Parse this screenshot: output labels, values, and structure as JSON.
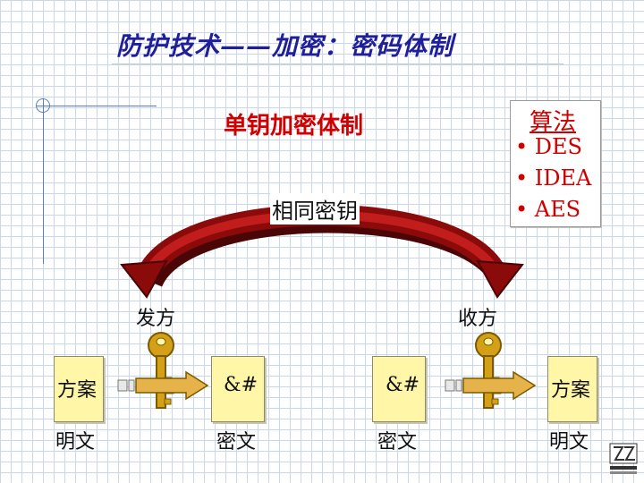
{
  "slide": {
    "title": "防护技术——加密：密码体制",
    "subtitle": "单钥加密体制",
    "key_label": "相同密钥",
    "sender": "发方",
    "receiver": "收方"
  },
  "algorithms": {
    "title": "算法",
    "items": [
      "• DES",
      "• IDEA",
      "• AES"
    ]
  },
  "flow": {
    "left_plain_doc": "方案",
    "left_cipher_doc": "&#",
    "right_cipher_doc": "&#",
    "right_plain_doc": "方案",
    "label_plaintext_left": "明文",
    "label_ciphertext_left": "密文",
    "label_ciphertext_right": "密文",
    "label_plaintext_right": "明文"
  },
  "colors": {
    "title": "#1f1f9a",
    "accent_red": "#d00000",
    "arrow_dark_red": "#8b0a0a",
    "key_gold": "#d4a017",
    "document_yellow": "#fff6a8"
  },
  "icons": [
    "key-icon",
    "key-icon",
    "curved-double-arrow",
    "right-arrow",
    "right-arrow",
    "corner-logo"
  ]
}
